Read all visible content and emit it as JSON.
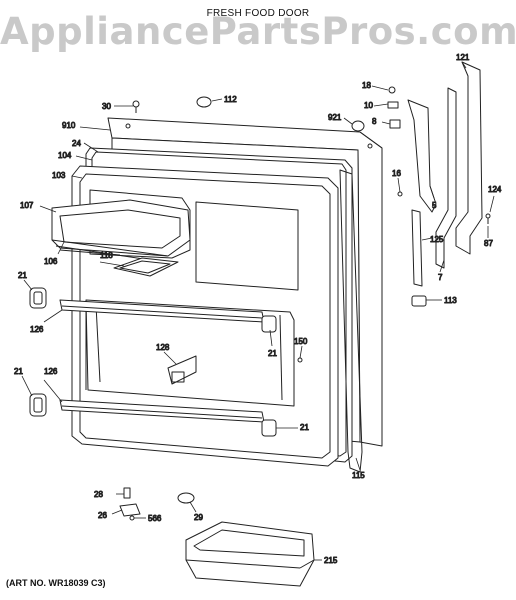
{
  "title": "FRESH FOOD DOOR",
  "watermark": "AppliancePartsPros.com",
  "art_number": "(ART NO. WR18039 C3)",
  "callouts": [
    "30",
    "112",
    "910",
    "24",
    "104",
    "103",
    "107",
    "106",
    "118",
    "21",
    "126",
    "128",
    "21",
    "150",
    "21",
    "126",
    "21",
    "115",
    "18",
    "10",
    "921",
    "8",
    "121",
    "16",
    "5",
    "124",
    "125",
    "7",
    "87",
    "113",
    "28",
    "26",
    "566",
    "29",
    "215"
  ]
}
